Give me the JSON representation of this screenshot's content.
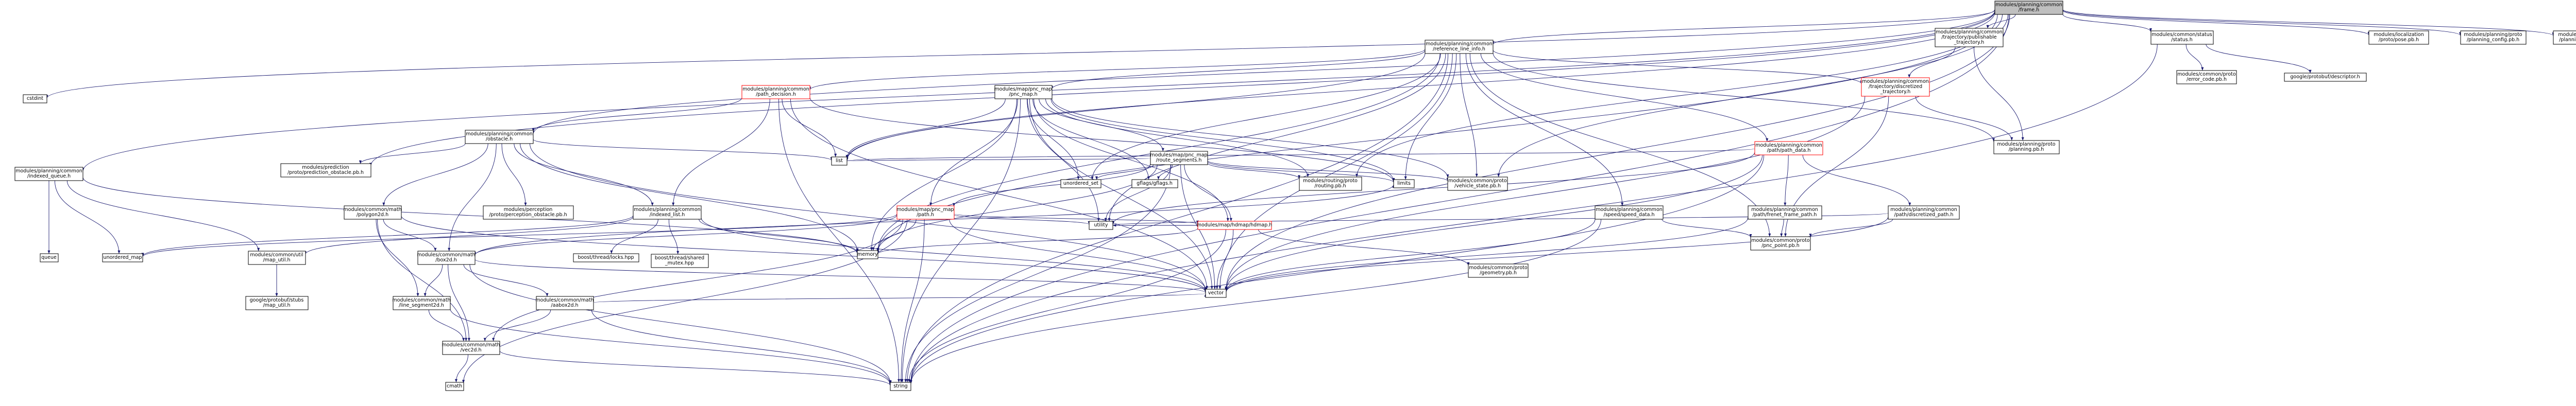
{
  "graph": {
    "title": "",
    "nodes": [
      {
        "id": "frame",
        "label": "modules/planning/common\n/frame.h",
        "root": true
      },
      {
        "id": "cstdint",
        "label": "cstdint"
      },
      {
        "id": "indexed_queue",
        "label": "modules/planning/common\n/indexed_queue.h"
      },
      {
        "id": "pred_obstacles",
        "label": "modules/prediction\n/proto/prediction_obstacle.pb.h"
      },
      {
        "id": "obstacle",
        "label": "modules/planning/common\n/obstacle.h"
      },
      {
        "id": "path_decision",
        "label": "modules/planning/common\n/path_decision.h",
        "red": true
      },
      {
        "id": "ref_line_info",
        "label": "modules/planning/common\n/reference_line_info.h"
      },
      {
        "id": "pnc_map",
        "label": "modules/map/pnc_map\n/pnc_map.h"
      },
      {
        "id": "pub_traj",
        "label": "modules/planning/common\n/trajectory/publishable\n_trajectory.h"
      },
      {
        "id": "disc_traj",
        "label": "modules/planning/common\n/trajectory/discretized\n_trajectory.h",
        "red": true
      },
      {
        "id": "status",
        "label": "modules/common/status\n/status.h"
      },
      {
        "id": "pose_pb",
        "label": "modules/localization\n/proto/pose.pb.h"
      },
      {
        "id": "planning_config",
        "label": "modules/planning/proto\n/planning_config.pb.h"
      },
      {
        "id": "planning_internal",
        "label": "modules/planning/proto\n/planning_internal.pb.h"
      },
      {
        "id": "queue",
        "label": "queue"
      },
      {
        "id": "unordered_map",
        "label": "unordered_map"
      },
      {
        "id": "map_util",
        "label": "modules/common/util\n/map_util.h"
      },
      {
        "id": "polygon2d",
        "label": "modules/common/math\n/polygon2d.h"
      },
      {
        "id": "perception_obstacle",
        "label": "modules/perception\n/proto/perception_obstacle.pb.h"
      },
      {
        "id": "indexed_list",
        "label": "modules/planning/common\n/indexed_list.h"
      },
      {
        "id": "list",
        "label": "list"
      },
      {
        "id": "route_segments",
        "label": "modules/map/pnc_map\n/route_segments.h"
      },
      {
        "id": "unordered_set",
        "label": "unordered_set"
      },
      {
        "id": "gflags",
        "label": "gflags/gflags.h"
      },
      {
        "id": "routing_pb",
        "label": "modules/routing/proto\n/routing.pb.h"
      },
      {
        "id": "limits",
        "label": "limits"
      },
      {
        "id": "vehicle_state",
        "label": "modules/common/proto\n/vehicle_state.pb.h"
      },
      {
        "id": "path_data",
        "label": "modules/planning/common\n/path/path_data.h",
        "red": true
      },
      {
        "id": "planning_pb",
        "label": "modules/planning/proto\n/planning.pb.h"
      },
      {
        "id": "error_code",
        "label": "modules/common/proto\n/error_code.pb.h"
      },
      {
        "id": "descriptor",
        "label": "google/protobuf/descriptor.h"
      },
      {
        "id": "speed_data",
        "label": "modules/planning/common\n/speed/speed_data.h"
      },
      {
        "id": "frenet_path",
        "label": "modules/planning/common\n/path/frenet_frame_path.h"
      },
      {
        "id": "disc_path",
        "label": "modules/planning/common\n/path/discretized_path.h"
      },
      {
        "id": "path",
        "label": "modules/map/pnc_map\n/path.h",
        "red": true
      },
      {
        "id": "utility",
        "label": "utility"
      },
      {
        "id": "hdmap",
        "label": "modules/map/hdmap/hdmap.h",
        "red": true
      },
      {
        "id": "pnc_point",
        "label": "modules/common/proto\n/pnc_point.pb.h"
      },
      {
        "id": "box2d",
        "label": "modules/common/math\n/box2d.h"
      },
      {
        "id": "thread_locks",
        "label": "boost/thread/locks.hpp"
      },
      {
        "id": "shared_mutex",
        "label": "boost/thread/shared\n_mutex.hpp"
      },
      {
        "id": "stubs_util",
        "label": "google/protobuf/stubs\n/map_util.h"
      },
      {
        "id": "line_segment",
        "label": "modules/common/math\n/line_segment2d.h"
      },
      {
        "id": "aabox",
        "label": "modules/common/math\n/aabox2d.h"
      },
      {
        "id": "memory",
        "label": "memory"
      },
      {
        "id": "geometry_pb",
        "label": "modules/common/proto\n/geometry.pb.h"
      },
      {
        "id": "vector",
        "label": "vector"
      },
      {
        "id": "vec2d",
        "label": "modules/common/math\n/vec2d.h"
      },
      {
        "id": "cmath",
        "label": "cmath"
      },
      {
        "id": "string",
        "label": "string"
      }
    ],
    "edges": [
      [
        "frame",
        "cstdint"
      ],
      [
        "frame",
        "indexed_queue"
      ],
      [
        "frame",
        "pred_obstacles"
      ],
      [
        "frame",
        "obstacle"
      ],
      [
        "frame",
        "ref_line_info"
      ],
      [
        "frame",
        "pub_traj"
      ],
      [
        "frame",
        "status"
      ],
      [
        "frame",
        "pose_pb"
      ],
      [
        "frame",
        "planning_config"
      ],
      [
        "frame",
        "planning_internal"
      ],
      [
        "frame",
        "list"
      ],
      [
        "frame",
        "vehicle_state"
      ],
      [
        "frame",
        "routing_pb"
      ],
      [
        "frame",
        "memory"
      ],
      [
        "frame",
        "vector"
      ],
      [
        "frame",
        "string"
      ],
      [
        "indexed_queue",
        "queue"
      ],
      [
        "indexed_queue",
        "unordered_map"
      ],
      [
        "indexed_queue",
        "map_util"
      ],
      [
        "indexed_queue",
        "memory"
      ],
      [
        "obstacle",
        "pred_obstacles"
      ],
      [
        "obstacle",
        "polygon2d"
      ],
      [
        "obstacle",
        "perception_obstacle"
      ],
      [
        "obstacle",
        "box2d"
      ],
      [
        "obstacle",
        "indexed_list"
      ],
      [
        "obstacle",
        "list"
      ],
      [
        "obstacle",
        "memory"
      ],
      [
        "obstacle",
        "vector"
      ],
      [
        "path_decision",
        "obstacle"
      ],
      [
        "path_decision",
        "indexed_list"
      ],
      [
        "path_decision",
        "list"
      ],
      [
        "path_decision",
        "string"
      ],
      [
        "path_decision",
        "vector"
      ],
      [
        "path_decision",
        "limits"
      ],
      [
        "ref_line_info",
        "path_decision"
      ],
      [
        "ref_line_info",
        "pnc_map"
      ],
      [
        "ref_line_info",
        "path_data"
      ],
      [
        "ref_line_info",
        "speed_data"
      ],
      [
        "ref_line_info",
        "disc_traj"
      ],
      [
        "ref_line_info",
        "planning_pb"
      ],
      [
        "ref_line_info",
        "vehicle_state"
      ],
      [
        "ref_line_info",
        "limits"
      ],
      [
        "ref_line_info",
        "list"
      ],
      [
        "ref_line_info",
        "unordered_set"
      ],
      [
        "ref_line_info",
        "memory"
      ],
      [
        "ref_line_info",
        "vector"
      ],
      [
        "ref_line_info",
        "string"
      ],
      [
        "ref_line_info",
        "pnc_point"
      ],
      [
        "ref_line_info",
        "utility"
      ],
      [
        "pnc_map",
        "route_segments"
      ],
      [
        "pnc_map",
        "path"
      ],
      [
        "pnc_map",
        "hdmap"
      ],
      [
        "pnc_map",
        "routing_pb"
      ],
      [
        "pnc_map",
        "vehicle_state"
      ],
      [
        "pnc_map",
        "gflags"
      ],
      [
        "pnc_map",
        "unordered_set"
      ],
      [
        "pnc_map",
        "list"
      ],
      [
        "pnc_map",
        "memory"
      ],
      [
        "pnc_map",
        "vector"
      ],
      [
        "pnc_map",
        "string"
      ],
      [
        "pnc_map",
        "utility"
      ],
      [
        "pnc_map",
        "limits"
      ],
      [
        "pub_traj",
        "disc_traj"
      ],
      [
        "pub_traj",
        "planning_pb"
      ],
      [
        "disc_traj",
        "planning_pb"
      ],
      [
        "disc_traj",
        "vector"
      ],
      [
        "disc_traj",
        "pnc_point"
      ],
      [
        "status",
        "error_code"
      ],
      [
        "status",
        "descriptor"
      ],
      [
        "status",
        "string"
      ],
      [
        "indexed_list",
        "map_util"
      ],
      [
        "indexed_list",
        "thread_locks"
      ],
      [
        "indexed_list",
        "shared_mutex"
      ],
      [
        "indexed_list",
        "unordered_map"
      ],
      [
        "indexed_list",
        "memory"
      ],
      [
        "indexed_list",
        "vector"
      ],
      [
        "polygon2d",
        "box2d"
      ],
      [
        "polygon2d",
        "line_segment"
      ],
      [
        "polygon2d",
        "vec2d"
      ],
      [
        "polygon2d",
        "vector"
      ],
      [
        "route_segments",
        "path"
      ],
      [
        "route_segments",
        "routing_pb"
      ],
      [
        "route_segments",
        "hdmap"
      ],
      [
        "route_segments",
        "vehicle_state"
      ],
      [
        "route_segments",
        "limits"
      ],
      [
        "route_segments",
        "list"
      ],
      [
        "route_segments",
        "string"
      ],
      [
        "route_segments",
        "vector"
      ],
      [
        "route_segments",
        "unordered_set"
      ],
      [
        "route_segments",
        "utility"
      ],
      [
        "route_segments",
        "memory"
      ],
      [
        "route_segments",
        "gflags"
      ],
      [
        "path_data",
        "frenet_path"
      ],
      [
        "path_data",
        "disc_path"
      ],
      [
        "path_data",
        "list"
      ],
      [
        "path_data",
        "string"
      ],
      [
        "path_data",
        "utility"
      ],
      [
        "path_data",
        "vector"
      ],
      [
        "speed_data",
        "pnc_point"
      ],
      [
        "speed_data",
        "string"
      ],
      [
        "speed_data",
        "vector"
      ],
      [
        "frenet_path",
        "pnc_point"
      ],
      [
        "frenet_path",
        "vector"
      ],
      [
        "disc_path",
        "pnc_point"
      ],
      [
        "disc_path",
        "vector"
      ],
      [
        "disc_path",
        "utility"
      ],
      [
        "path",
        "hdmap"
      ],
      [
        "path",
        "box2d"
      ],
      [
        "path",
        "vec2d"
      ],
      [
        "path",
        "memory"
      ],
      [
        "path",
        "string"
      ],
      [
        "path",
        "vector"
      ],
      [
        "path",
        "utility"
      ],
      [
        "path",
        "unordered_map"
      ],
      [
        "path",
        "cmath"
      ],
      [
        "hdmap",
        "geometry_pb"
      ],
      [
        "hdmap",
        "memory"
      ],
      [
        "hdmap",
        "string"
      ],
      [
        "hdmap",
        "vector"
      ],
      [
        "hdmap",
        "utility"
      ],
      [
        "box2d",
        "aabox"
      ],
      [
        "box2d",
        "line_segment"
      ],
      [
        "box2d",
        "vec2d"
      ],
      [
        "box2d",
        "string"
      ],
      [
        "box2d",
        "vector"
      ],
      [
        "box2d",
        "limits"
      ],
      [
        "line_segment",
        "vec2d"
      ],
      [
        "line_segment",
        "string"
      ],
      [
        "aabox",
        "vec2d"
      ],
      [
        "aabox",
        "string"
      ],
      [
        "aabox",
        "vector"
      ],
      [
        "vec2d",
        "cmath"
      ],
      [
        "vec2d",
        "string"
      ],
      [
        "map_util",
        "stubs_util"
      ]
    ]
  }
}
